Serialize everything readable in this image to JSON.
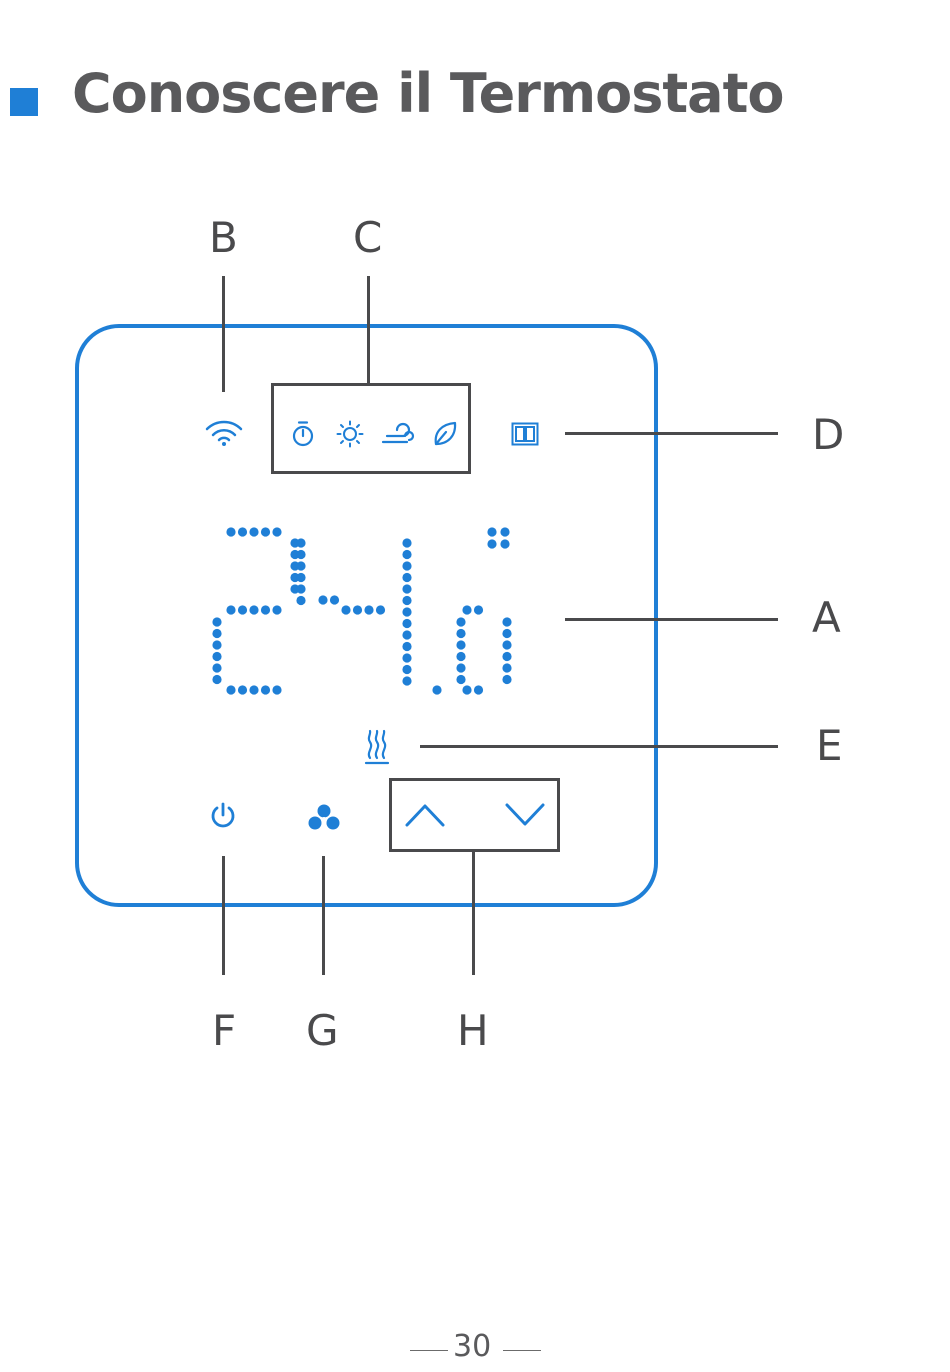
{
  "header": {
    "title": "Conoscere il Termostato",
    "bullet_color": "#1f7fd6"
  },
  "display": {
    "temperature_digits": "24",
    "decimal_digit": "0",
    "accent_color": "#1f7fd6"
  },
  "labels": {
    "a": "A",
    "b": "B",
    "c": "C",
    "d": "D",
    "e": "E",
    "f": "F",
    "g": "G",
    "h": "H"
  },
  "icons": {
    "wifi": "wifi-icon",
    "timer": "timer-icon",
    "sun": "sun-icon",
    "wind": "wind-icon",
    "leaf": "leaf-icon",
    "window": "window-icon",
    "heating": "heating-icon",
    "power": "power-icon",
    "fan": "fan-icon",
    "up": "up-arrow-icon",
    "down": "down-arrow-icon"
  },
  "footer": {
    "page_number": "30"
  }
}
